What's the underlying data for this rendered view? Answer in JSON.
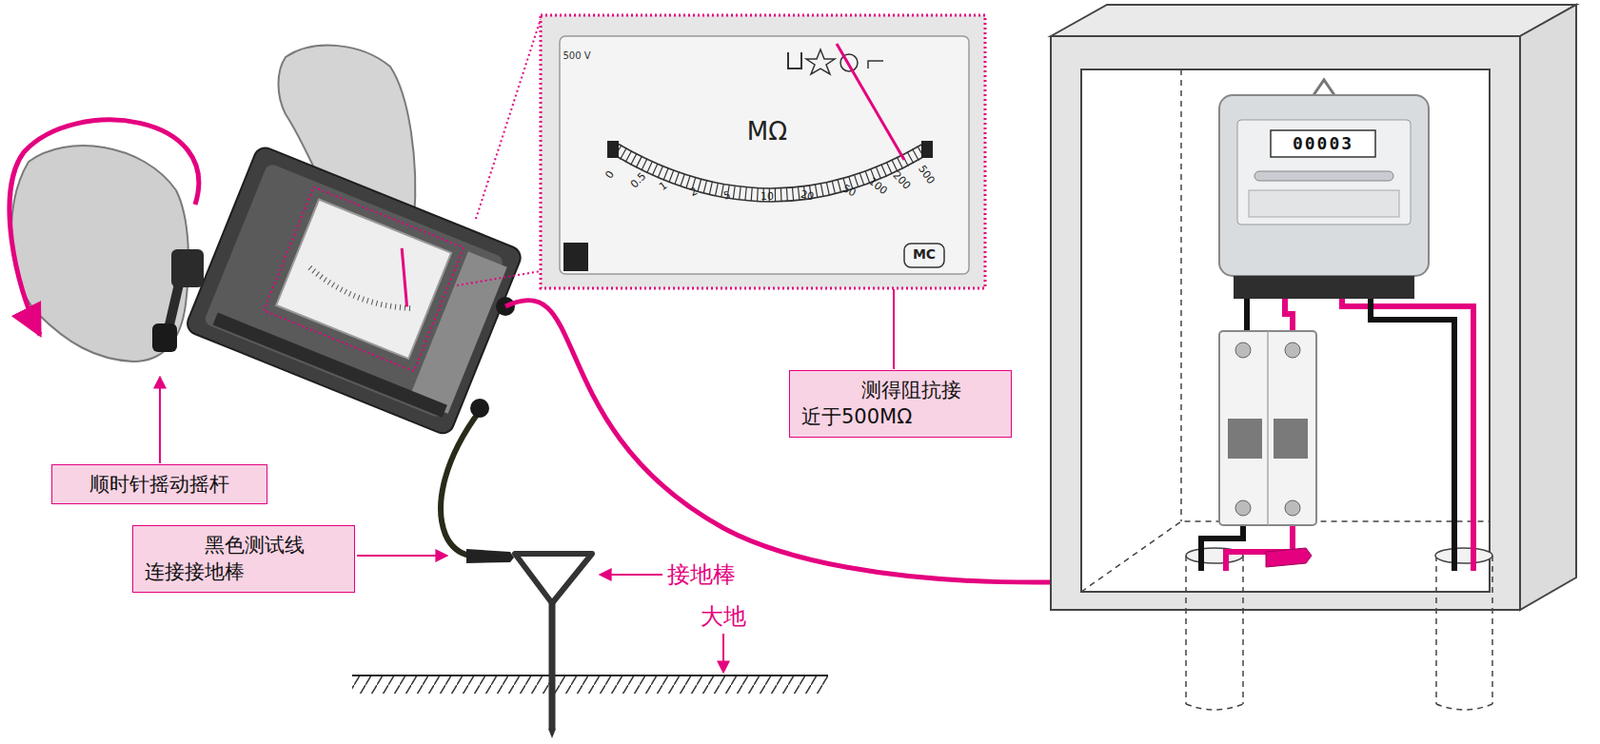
{
  "diagram": {
    "nodes": [
      {
        "text": [
          "顺时针摇动摇杆"
        ]
      },
      {
        "text": [
          "黑色测试线 连接接地棒"
        ]
      },
      {
        "text": [
          "测得阻抗接 近于500MΩ"
        ]
      }
    ],
    "labels": [
      "接地棒",
      "大地",
      "MΩ",
      "0",
      "0.5",
      "1",
      "2",
      "5",
      "10",
      "20",
      "50",
      "100",
      "200",
      "500",
      "MC",
      "00003",
      "500 V"
    ]
  }
}
